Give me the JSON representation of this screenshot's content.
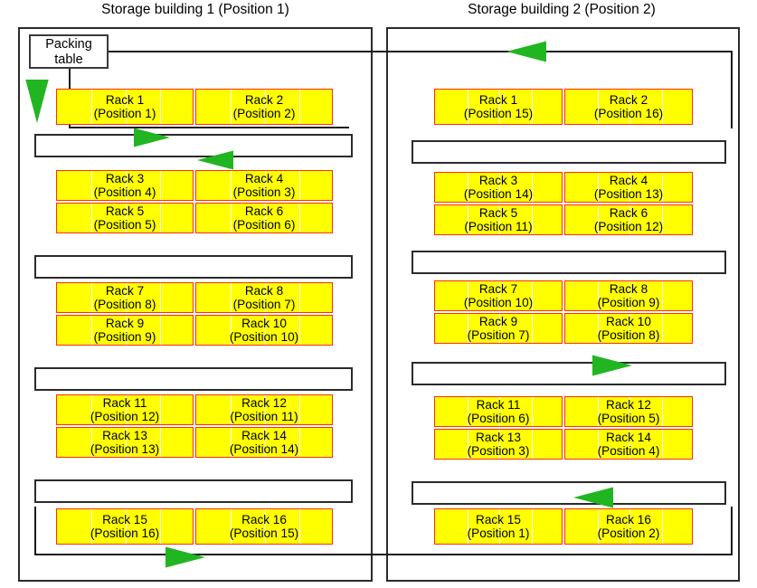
{
  "diagram": {
    "accent_rack_fill": "#ffff00",
    "accent_rack_border": "#ff2b18",
    "arrow_color": "#22b522",
    "wall_color": "#2b2b2b"
  },
  "buildings": [
    {
      "id": "building-1",
      "title": "Storage building 1 (Position 1)",
      "packing_table": {
        "line1": "Packing",
        "line2": "table"
      },
      "rack_rows": [
        {
          "racks": [
            {
              "name": "Rack 1",
              "position": "(Position 1)"
            },
            {
              "name": "Rack 2",
              "position": "(Position 2)"
            }
          ]
        },
        {
          "racks": [
            {
              "name": "Rack 3",
              "position": "(Position 4)"
            },
            {
              "name": "Rack 4",
              "position": "(Position 3)"
            }
          ]
        },
        {
          "racks": [
            {
              "name": "Rack 5",
              "position": "(Position 5)"
            },
            {
              "name": "Rack 6",
              "position": "(Position 6)"
            }
          ]
        },
        {
          "racks": [
            {
              "name": "Rack 7",
              "position": "(Position 8)"
            },
            {
              "name": "Rack 8",
              "position": "(Position 7)"
            }
          ]
        },
        {
          "racks": [
            {
              "name": "Rack 9",
              "position": "(Position 9)"
            },
            {
              "name": "Rack 10",
              "position": "(Position 10)"
            }
          ]
        },
        {
          "racks": [
            {
              "name": "Rack 11",
              "position": "(Position 12)"
            },
            {
              "name": "Rack 12",
              "position": "(Position 11)"
            }
          ]
        },
        {
          "racks": [
            {
              "name": "Rack 13",
              "position": "(Position 13)"
            },
            {
              "name": "Rack 14",
              "position": "(Position 14)"
            }
          ]
        },
        {
          "racks": [
            {
              "name": "Rack 15",
              "position": "(Position 16)"
            },
            {
              "name": "Rack 16",
              "position": "(Position 15)"
            }
          ]
        }
      ]
    },
    {
      "id": "building-2",
      "title": "Storage building 2 (Position 2)",
      "rack_rows": [
        {
          "racks": [
            {
              "name": "Rack 1",
              "position": "(Position 15)"
            },
            {
              "name": "Rack 2",
              "position": "(Position 16)"
            }
          ]
        },
        {
          "racks": [
            {
              "name": "Rack 3",
              "position": "(Position 14)"
            },
            {
              "name": "Rack 4",
              "position": "(Position 13)"
            }
          ]
        },
        {
          "racks": [
            {
              "name": "Rack 5",
              "position": "(Position 11)"
            },
            {
              "name": "Rack 6",
              "position": "(Position 12)"
            }
          ]
        },
        {
          "racks": [
            {
              "name": "Rack 7",
              "position": "(Position 10)"
            },
            {
              "name": "Rack 8",
              "position": "(Position 9)"
            }
          ]
        },
        {
          "racks": [
            {
              "name": "Rack 9",
              "position": "(Position 7)"
            },
            {
              "name": "Rack 10",
              "position": "(Position 8)"
            }
          ]
        },
        {
          "racks": [
            {
              "name": "Rack 11",
              "position": "(Position 6)"
            },
            {
              "name": "Rack 12",
              "position": "(Position 5)"
            }
          ]
        },
        {
          "racks": [
            {
              "name": "Rack 13",
              "position": "(Position 3)"
            },
            {
              "name": "Rack 14",
              "position": "(Position 4)"
            }
          ]
        },
        {
          "racks": [
            {
              "name": "Rack 15",
              "position": "(Position 1)"
            },
            {
              "name": "Rack 16",
              "position": "(Position 2)"
            }
          ]
        }
      ]
    }
  ],
  "route_arrows": [
    {
      "name": "arrow-down-from-packing-table",
      "direction": "down"
    },
    {
      "name": "arrow-right-aisle-1",
      "direction": "right"
    },
    {
      "name": "arrow-left-aisle-2",
      "direction": "left"
    },
    {
      "name": "arrow-right-bottom-transfer",
      "direction": "right"
    },
    {
      "name": "arrow-left-top-return",
      "direction": "left"
    },
    {
      "name": "arrow-right-b2-aisle-3",
      "direction": "right"
    },
    {
      "name": "arrow-left-b2-aisle-4",
      "direction": "left"
    }
  ]
}
